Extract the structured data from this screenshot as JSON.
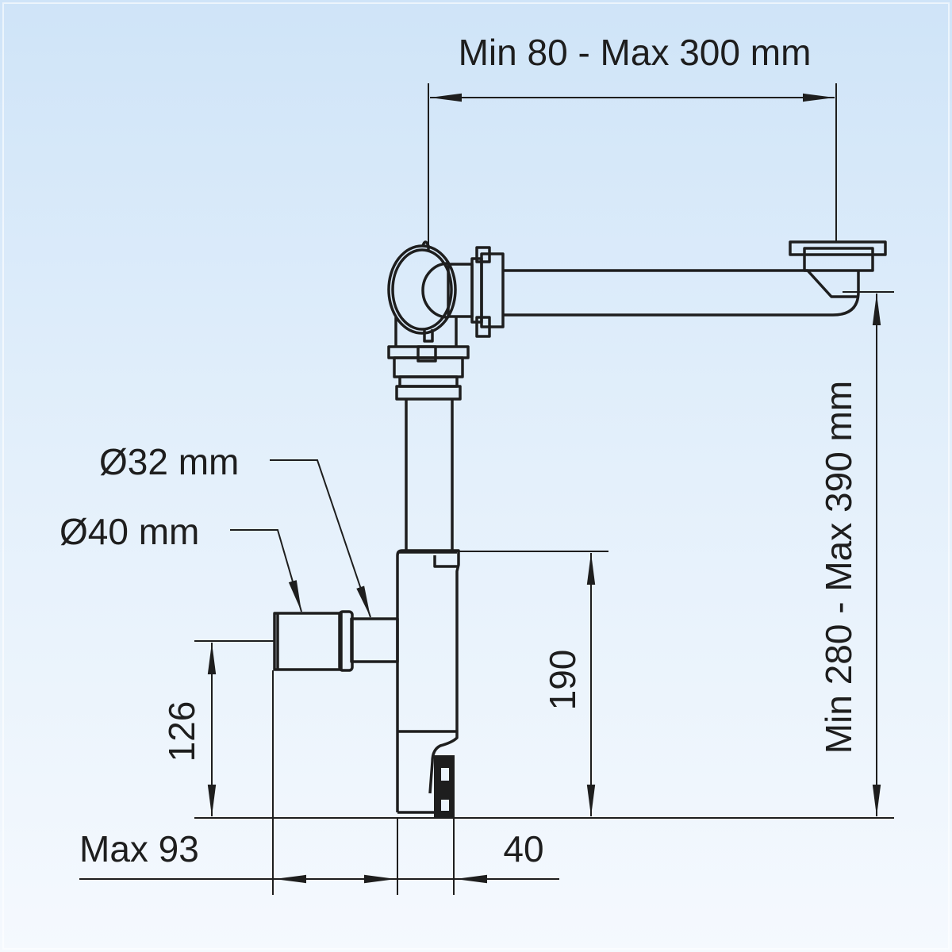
{
  "dimensions": {
    "horizontal_arm": "Min 80 - Max 300 mm",
    "total_height": "Min 280 - Max 390 mm",
    "bottle_height": "190",
    "inlet_height": "126",
    "max_offset": "Max 93",
    "bottle_width": "40"
  },
  "labels": {
    "diameter_32": "Ø32 mm",
    "diameter_40": "Ø40 mm"
  },
  "colors": {
    "line": "#1e1e1e",
    "background_top": "#cfe4f8",
    "background_bottom": "#f5f9fe"
  }
}
